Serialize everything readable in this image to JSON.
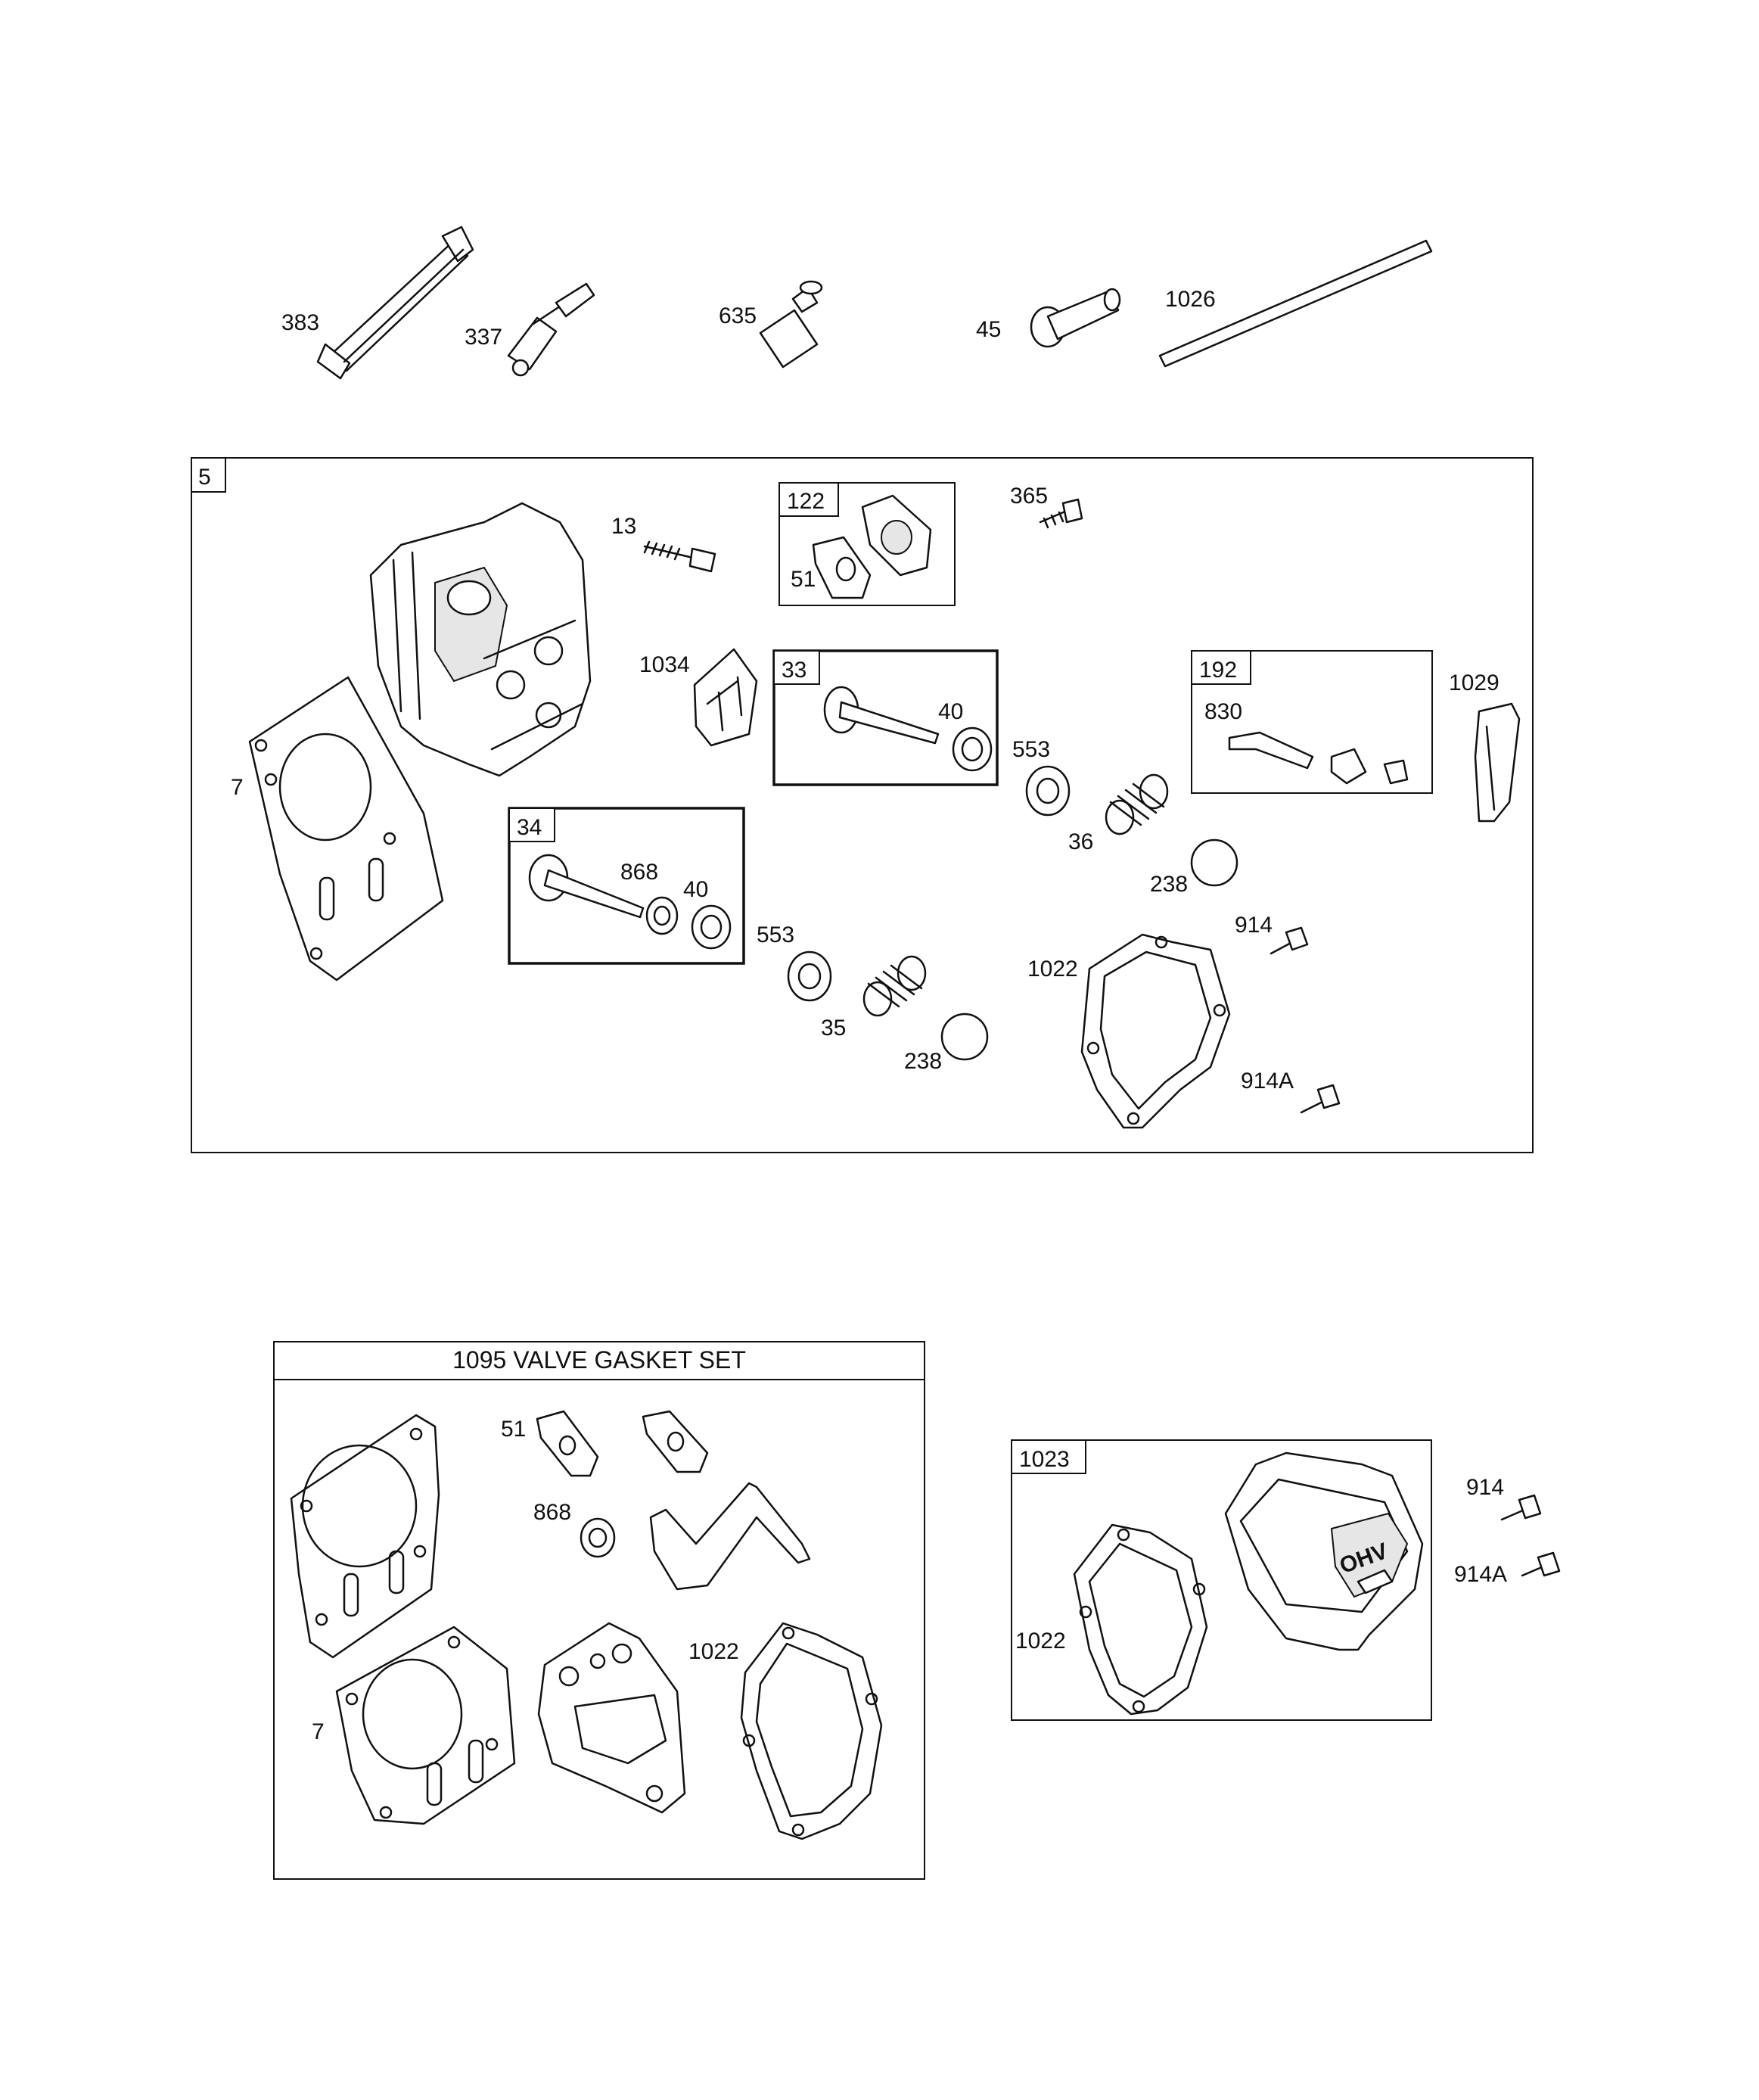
{
  "labels": {
    "p383": "383",
    "p337": "337",
    "p635": "635",
    "p45": "45",
    "p1026": "1026",
    "g5": "5",
    "p13": "13",
    "g122": "122",
    "p51a": "51",
    "p365": "365",
    "p1034": "1034",
    "g33": "33",
    "p40a": "40",
    "p553a": "553",
    "g192": "192",
    "p830": "830",
    "p1029": "1029",
    "p7a": "7",
    "p36": "36",
    "p238a": "238",
    "g34": "34",
    "p868a": "868",
    "p40b": "40",
    "p553b": "553",
    "p914a": "914",
    "p1022a": "1022",
    "p35": "35",
    "p238b": "238",
    "p914Aa": "914A",
    "gasket_set_title": "1095 VALVE GASKET SET",
    "p51b": "51",
    "p868b": "868",
    "p1022b": "1022",
    "p7b": "7",
    "g1023": "1023",
    "p914b": "914",
    "p914Ab": "914A",
    "p1022c": "1022"
  },
  "cover_logo_text": "OHV"
}
